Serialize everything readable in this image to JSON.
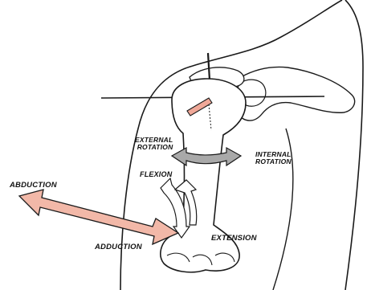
{
  "labels": {
    "external_rotation_line1": "EXTERNAL",
    "external_rotation_line2": "ROTATION",
    "internal_rotation_line1": "INTERNAL",
    "internal_rotation_line2": "ROTATION",
    "flexion": "FLEXION",
    "abduction": "ABDUCTION",
    "adduction": "ADDUCTION",
    "extension": "EXTENSION"
  },
  "colors": {
    "line": "#1a1a1a",
    "abduction_arrow_fill": "#f2b8a8",
    "pin_fill": "#f0a898",
    "rotation_arrow_fill": "#a9a9a9",
    "flexion_arrow_fill": "#ffffff"
  }
}
